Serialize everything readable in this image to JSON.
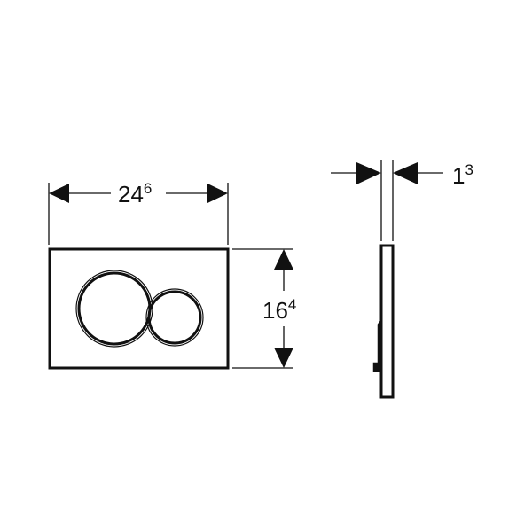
{
  "front_view": {
    "width_dimension": {
      "value": "24",
      "superscript": "6"
    },
    "height_dimension": {
      "value": "16",
      "superscript": "4"
    }
  },
  "side_view": {
    "thickness_dimension": {
      "value": "1",
      "superscript": "3"
    }
  },
  "colors": {
    "line": "#111111",
    "background": "#ffffff"
  }
}
